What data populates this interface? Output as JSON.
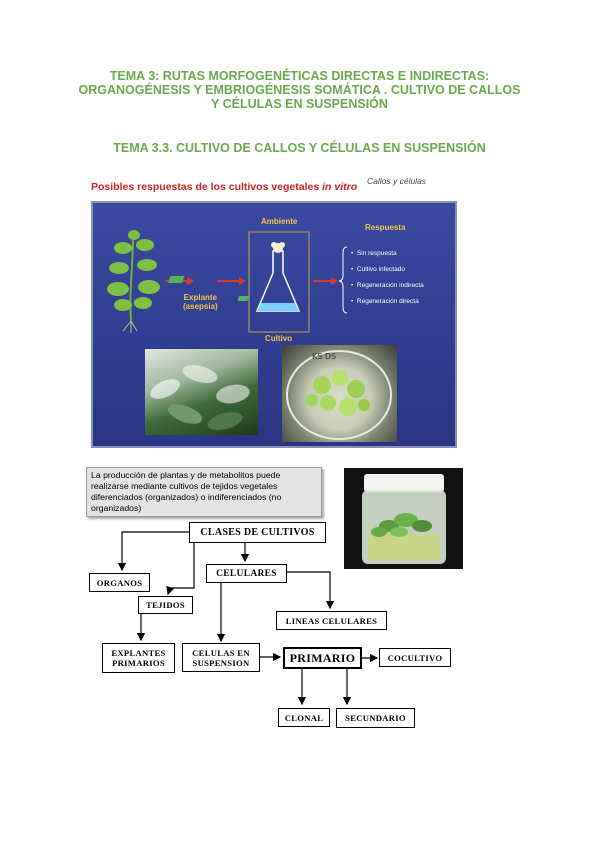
{
  "header": {
    "title_line1": "TEMA 3: RUTAS MORFOGENÉTICAS DIRECTAS E INDIRECTAS:",
    "title_line2": "ORGANOGÉNESIS Y EMBRIOGÉNESIS SOMÁTICA . CULTIVO DE CALLOS",
    "title_line3": "Y CÉLULAS EN SUSPENSIÓN",
    "subtitle": "TEMA 3.3. CULTIVO DE CALLOS Y CÉLULAS EN SUSPENSIÓN"
  },
  "slide": {
    "title_prefix": "Posibles respuestas de los cultivos vegetales ",
    "title_italic": "in vitro",
    "cut_text": "Callos y células",
    "ambiente": "Ambiente",
    "explante_line1": "Explante",
    "explante_line2": "(asepsia)",
    "cultivo": "Cultivo",
    "respuesta": "Respuesta",
    "respuestas": [
      "Sin respuesta",
      "Cultivo infectado",
      "Regeneración indirecta",
      "Regeneración directa"
    ],
    "plate_label": "KS DS"
  },
  "intro": {
    "text": "La producción de plantas y de metabolitos puede realizarse mediante cultivos de tejidos vegetales diferenciados (organizados) o indiferenciados (no organizados)"
  },
  "diagram": {
    "clases": "CLASES DE CULTIVOS",
    "organos": "ORGANOS",
    "tejidos": "TEJIDOS",
    "celulares": "CELULARES",
    "lineas": "LINEAS CELULARES",
    "explantes_line1": "EXPLANTES",
    "explantes_line2": "PRIMARIOS",
    "celulas_line1": "CELULAS EN",
    "celulas_line2": "SUSPENSION",
    "primario": "PRIMARIO",
    "cocultivo": "COCULTIVO",
    "clonal": "CLONAL",
    "secundario": "SECUNDARIO"
  },
  "colors": {
    "heading_green": "#6aa84f",
    "slide_title_red": "#cc2222",
    "slide_bg": "#2f3d8f",
    "slide_label_gold": "#f2c24f"
  }
}
